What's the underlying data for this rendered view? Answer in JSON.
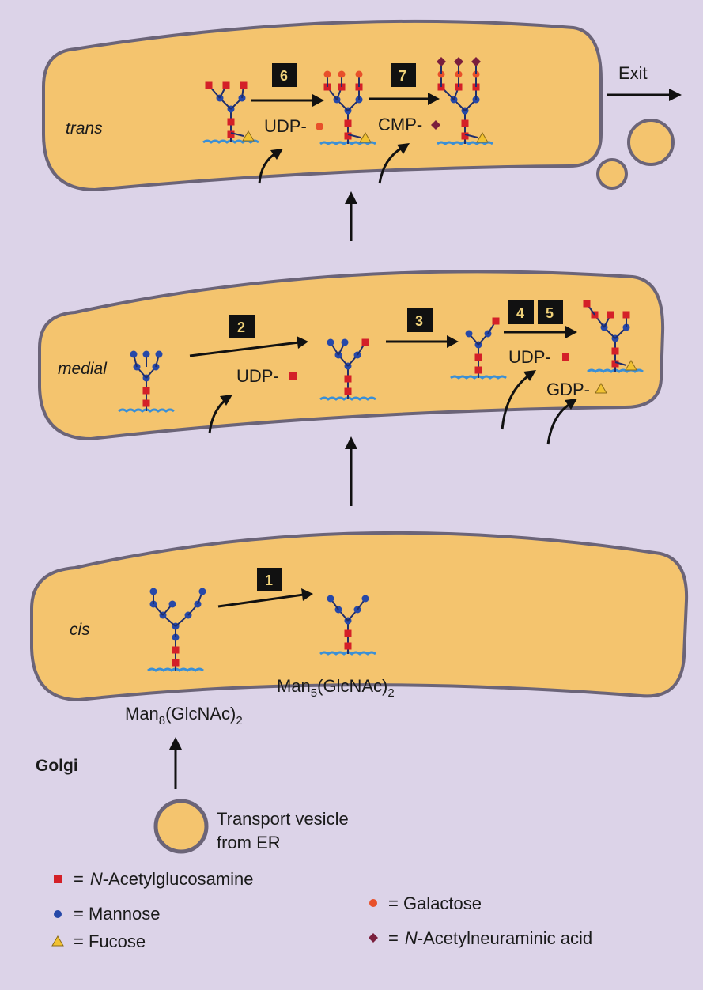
{
  "compartments": {
    "trans": "trans",
    "medial": "medial",
    "cis": "cis",
    "golgi": "Golgi"
  },
  "steps": [
    "1",
    "2",
    "3",
    "4",
    "5",
    "6",
    "7"
  ],
  "donors": {
    "udp_galactose": "UDP-",
    "cmp_neuraminic": "CMP-",
    "udp_glcnac_medial": "UDP-",
    "udp_glcnac_45": "UDP-",
    "gdp_fucose": "GDP-"
  },
  "exit_label": "Exit",
  "sub_labels": {
    "man8": "Man",
    "man8_sub": "8",
    "man8_rest": "(GlcNAc)",
    "man8_sub2": "2",
    "man5": "Man",
    "man5_sub": "5",
    "man5_rest": "(GlcNAc)",
    "man5_sub2": "2"
  },
  "vesicle": {
    "line1": "Transport vesicle",
    "line2": "from ER"
  },
  "legend": {
    "glcnac_eq": "=",
    "glcnac_italic": "N",
    "glcnac_rest": "-Acetylglucosamine",
    "mannose": "= Mannose",
    "fucose": "= Fucose",
    "galactose": "= Galactose",
    "neu_eq": "=",
    "neu_italic": "N",
    "neu_rest": "-Acetylneuraminic acid"
  },
  "colors": {
    "glcnac": "#d42028",
    "mannose": "#2648a8",
    "fucose": "#f1c232",
    "galactose": "#e8502a",
    "neuraminic": "#7a1f3d",
    "cisterna": "#f4c46e",
    "protein": "#3a8fd6"
  }
}
